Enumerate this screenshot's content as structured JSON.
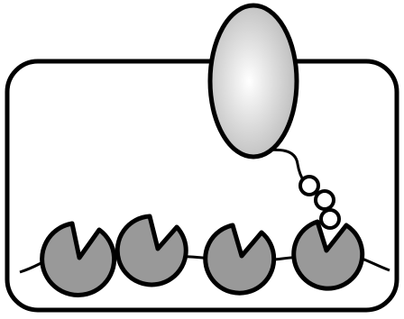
{
  "diagram": {
    "colors": {
      "stroke": "#000000",
      "background": "#ffffff",
      "container_fill": "#ffffff",
      "pacman_fill": "#999999",
      "bead_fill": "#ffffff",
      "ellipse_highlight": "#ffffff",
      "ellipse_shadow": "#b8b8b8"
    },
    "elements": {
      "container": "rounded-rectangle",
      "large_body": "gradient-ellipse",
      "tether": "curved-line",
      "beads": 3,
      "pacman_units": 4,
      "track": "curved-line"
    }
  }
}
